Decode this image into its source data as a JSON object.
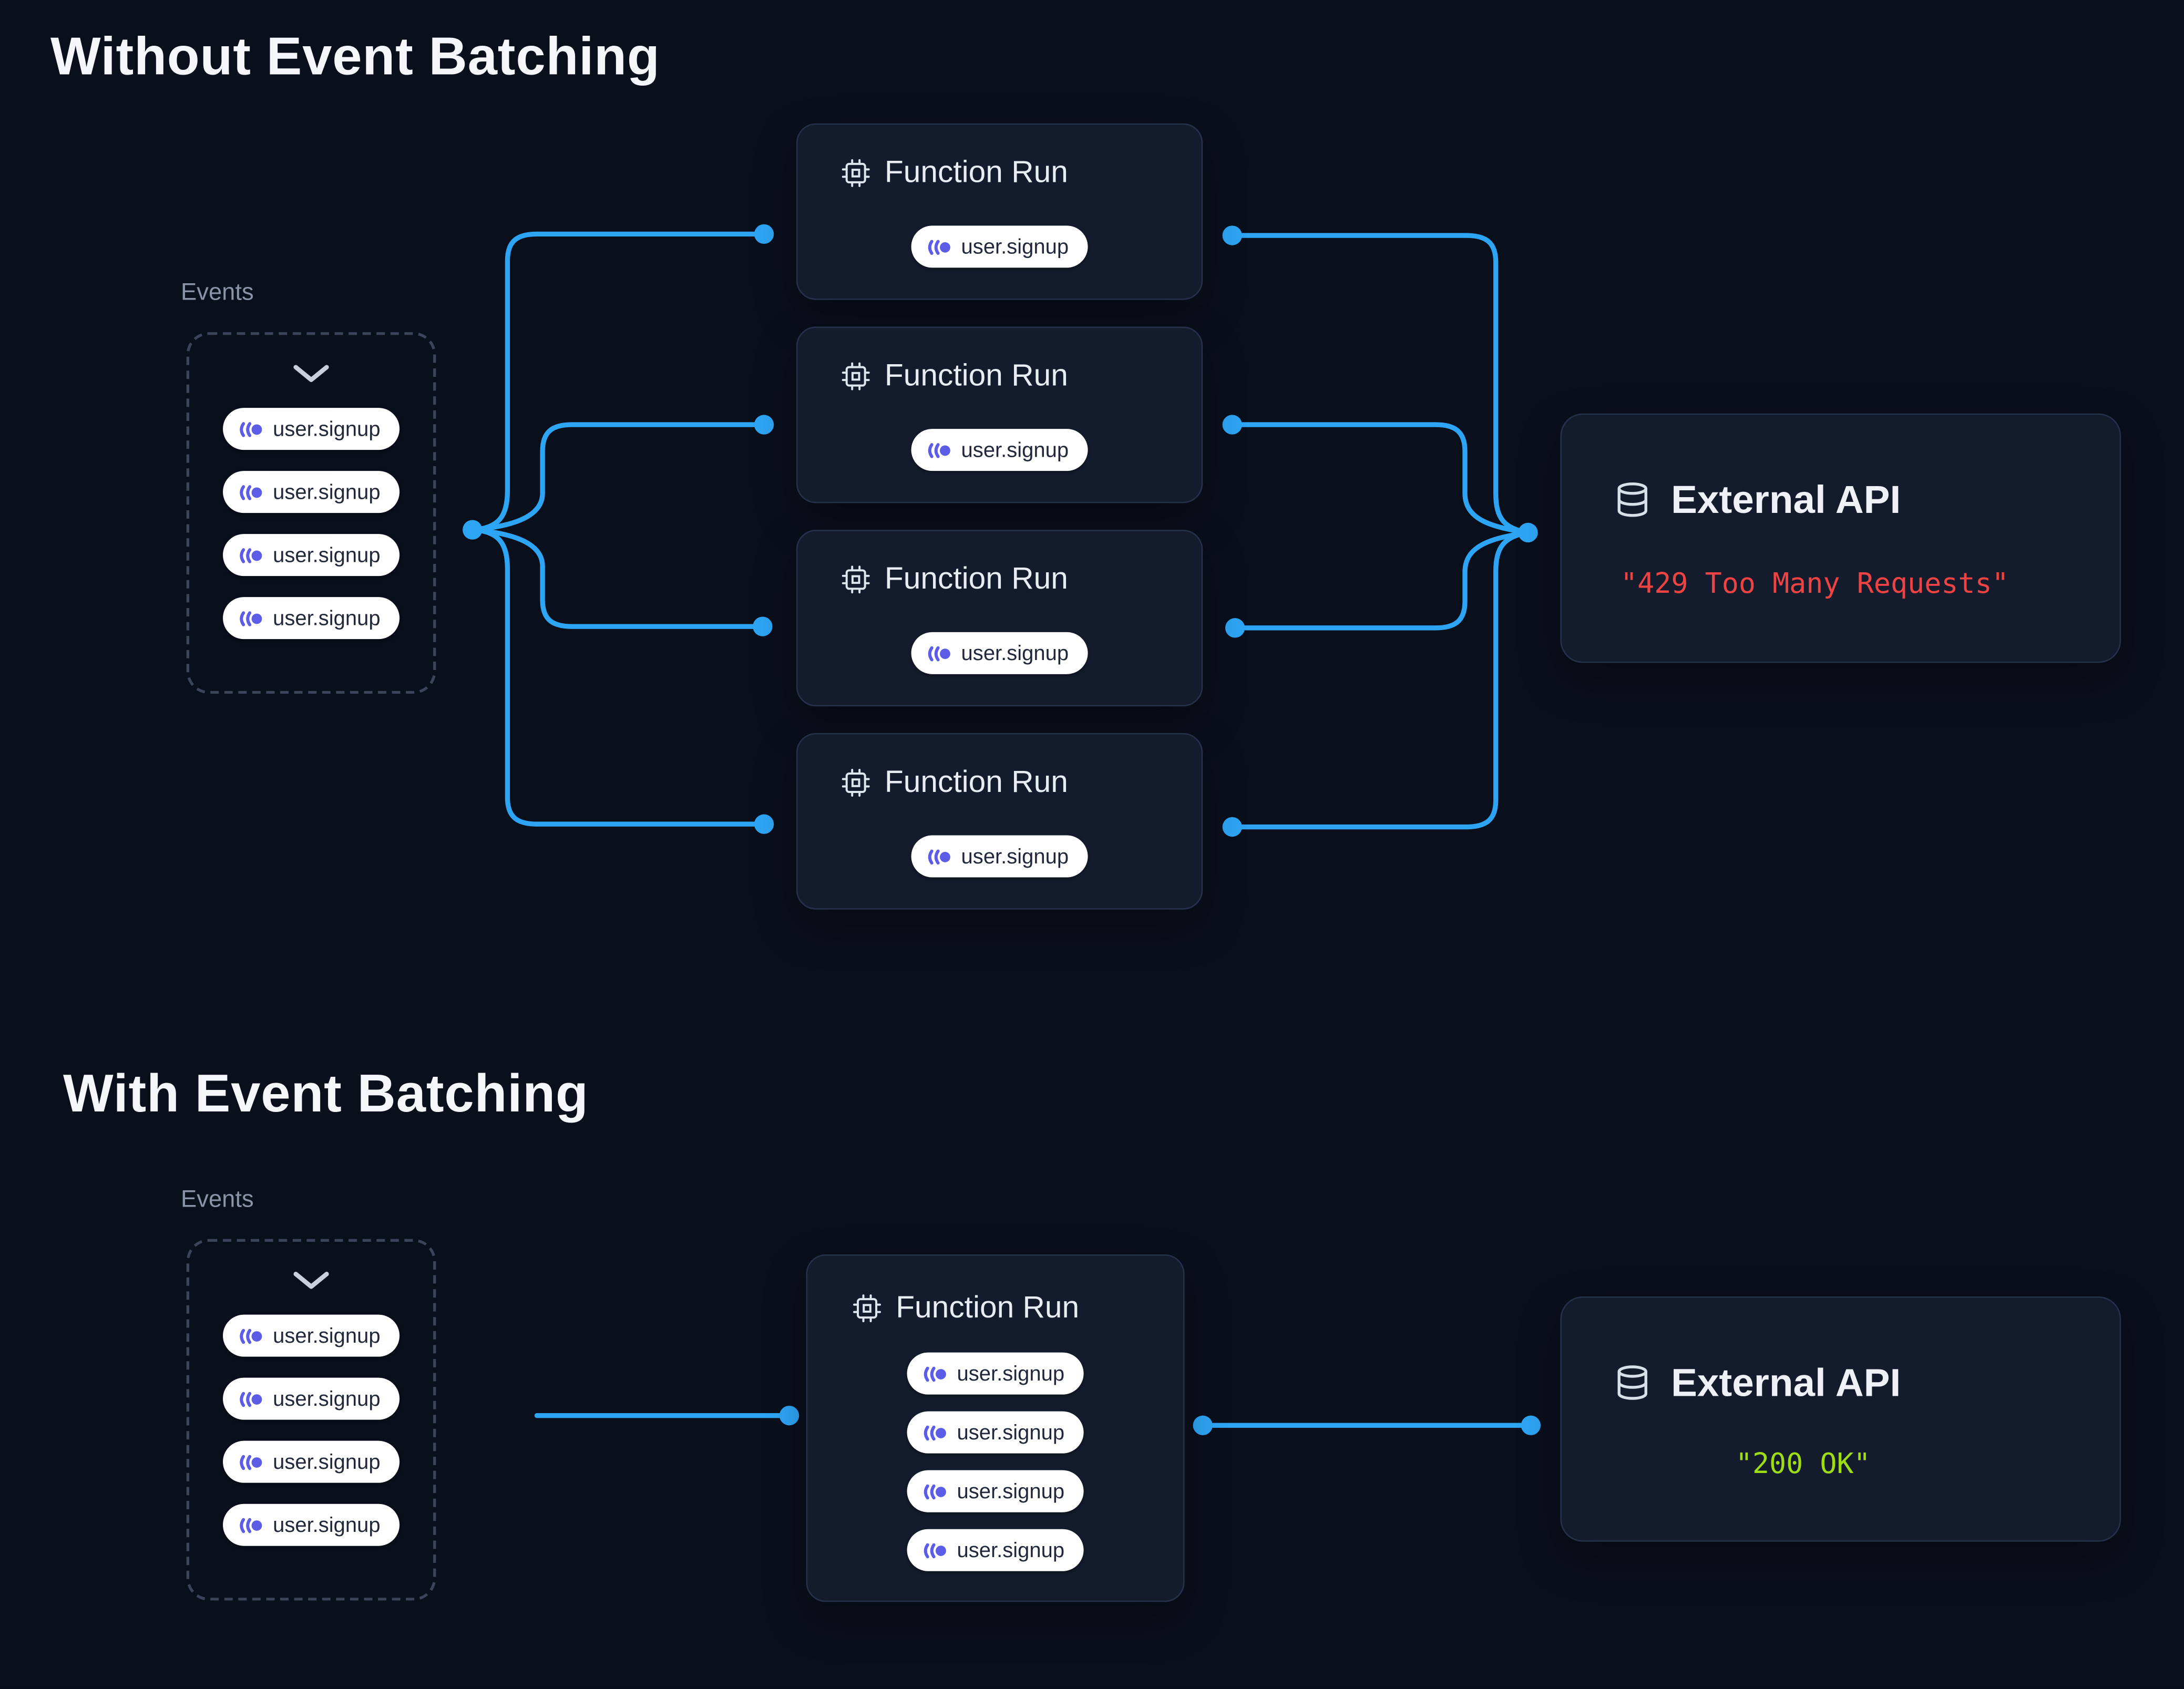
{
  "colors": {
    "background": "#0a0f1c",
    "card_background": "#141b2c",
    "card_border": "#26304a",
    "connector_blue": "#2ea4f4",
    "event_icon_purple": "#5d5ce6",
    "pill_background": "#ffffff",
    "error_red": "#ee4343",
    "success_green": "#9edd15"
  },
  "without_batching": {
    "title": "Without Event Batching",
    "events_label": "Events",
    "events": [
      "user.signup",
      "user.signup",
      "user.signup",
      "user.signup"
    ],
    "function_runs": [
      {
        "label": "Function Run",
        "event": "user.signup"
      },
      {
        "label": "Function Run",
        "event": "user.signup"
      },
      {
        "label": "Function Run",
        "event": "user.signup"
      },
      {
        "label": "Function Run",
        "event": "user.signup"
      }
    ],
    "external_api": {
      "label": "External API",
      "status": "\"429 Too Many Requests\""
    }
  },
  "with_batching": {
    "title": "With Event Batching",
    "events_label": "Events",
    "events": [
      "user.signup",
      "user.signup",
      "user.signup",
      "user.signup"
    ],
    "function_run": {
      "label": "Function Run",
      "events": [
        "user.signup",
        "user.signup",
        "user.signup",
        "user.signup"
      ]
    },
    "external_api": {
      "label": "External API",
      "status": "\"200 OK\""
    }
  }
}
